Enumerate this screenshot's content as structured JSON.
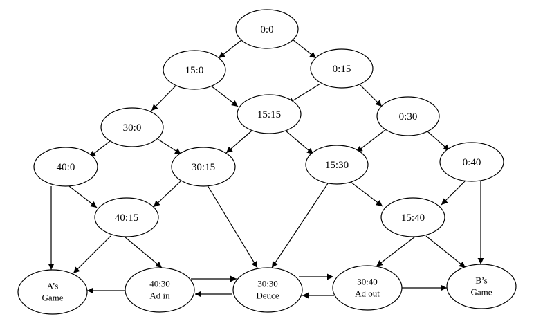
{
  "diagram": {
    "nodes": [
      {
        "id": "s00",
        "lines": [
          "0:0"
        ]
      },
      {
        "id": "s150",
        "lines": [
          "15:0"
        ]
      },
      {
        "id": "s015",
        "lines": [
          "0:15"
        ]
      },
      {
        "id": "s300",
        "lines": [
          "30:0"
        ]
      },
      {
        "id": "s1515",
        "lines": [
          "15:15"
        ]
      },
      {
        "id": "s030",
        "lines": [
          "0:30"
        ]
      },
      {
        "id": "s400",
        "lines": [
          "40:0"
        ]
      },
      {
        "id": "s3015",
        "lines": [
          "30:15"
        ]
      },
      {
        "id": "s1530",
        "lines": [
          "15:30"
        ]
      },
      {
        "id": "s040",
        "lines": [
          "0:40"
        ]
      },
      {
        "id": "s4015",
        "lines": [
          "40:15"
        ]
      },
      {
        "id": "s1540",
        "lines": [
          "15:40"
        ]
      },
      {
        "id": "agame",
        "lines": [
          "A’s",
          "Game"
        ]
      },
      {
        "id": "adin",
        "lines": [
          "40:30",
          "Ad in"
        ]
      },
      {
        "id": "deuce",
        "lines": [
          "30:30",
          "Deuce"
        ]
      },
      {
        "id": "adout",
        "lines": [
          "30:40",
          "Ad out"
        ]
      },
      {
        "id": "bgame",
        "lines": [
          "B’s",
          "Game"
        ]
      }
    ],
    "edges": [
      {
        "from": "s00",
        "to": "s150"
      },
      {
        "from": "s00",
        "to": "s015"
      },
      {
        "from": "s150",
        "to": "s300"
      },
      {
        "from": "s150",
        "to": "s1515"
      },
      {
        "from": "s015",
        "to": "s1515"
      },
      {
        "from": "s015",
        "to": "s030"
      },
      {
        "from": "s300",
        "to": "s400"
      },
      {
        "from": "s300",
        "to": "s3015"
      },
      {
        "from": "s1515",
        "to": "s3015"
      },
      {
        "from": "s1515",
        "to": "s1530"
      },
      {
        "from": "s030",
        "to": "s1530"
      },
      {
        "from": "s030",
        "to": "s040"
      },
      {
        "from": "s400",
        "to": "agame"
      },
      {
        "from": "s400",
        "to": "s4015"
      },
      {
        "from": "s3015",
        "to": "s4015"
      },
      {
        "from": "s3015",
        "to": "deuce"
      },
      {
        "from": "s1530",
        "to": "deuce"
      },
      {
        "from": "s1530",
        "to": "s1540"
      },
      {
        "from": "s040",
        "to": "s1540"
      },
      {
        "from": "s040",
        "to": "bgame"
      },
      {
        "from": "s4015",
        "to": "agame"
      },
      {
        "from": "s4015",
        "to": "adin"
      },
      {
        "from": "s1540",
        "to": "adout"
      },
      {
        "from": "s1540",
        "to": "bgame"
      },
      {
        "from": "adin",
        "to": "agame"
      },
      {
        "from": "adin",
        "to": "deuce"
      },
      {
        "from": "deuce",
        "to": "adin"
      },
      {
        "from": "deuce",
        "to": "adout"
      },
      {
        "from": "adout",
        "to": "deuce"
      },
      {
        "from": "adout",
        "to": "bgame"
      }
    ]
  }
}
